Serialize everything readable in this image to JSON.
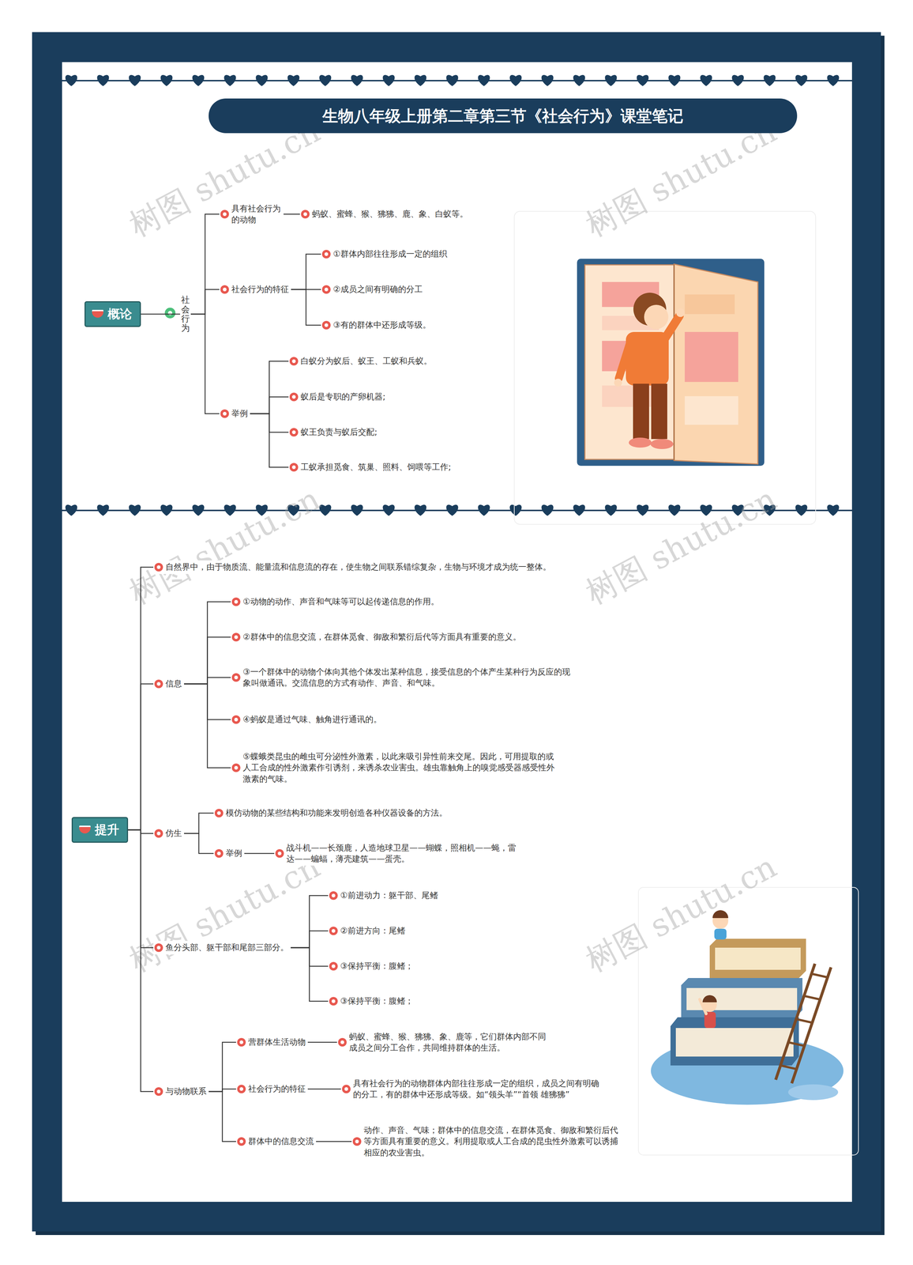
{
  "diagram": {
    "title": "生物八年级上册第二章第三节《社会行为》课堂笔记",
    "nodes": [
      {
        "text": [
          "概论"
        ]
      },
      {
        "text": [
          "社会行为"
        ]
      },
      {
        "text": [
          "具有社会行为的动物"
        ]
      },
      {
        "text": [
          "蚂蚁、蜜蜂、猴、狒狒、鹿、象、白蚁等。"
        ]
      },
      {
        "text": [
          "社会行为的特征"
        ]
      },
      {
        "text": [
          "①群体内部往往形成一定的组织"
        ]
      },
      {
        "text": [
          "②成员之间有明确的分工"
        ]
      },
      {
        "text": [
          "③有的群体中还形成等级。"
        ]
      },
      {
        "text": [
          "举例"
        ]
      },
      {
        "text": [
          "白蚁分为蚁后、蚁王、工蚁和兵蚁。"
        ]
      },
      {
        "text": [
          "蚁后是专职的产卵机器;"
        ]
      },
      {
        "text": [
          "蚁王负责与蚁后交配;"
        ]
      },
      {
        "text": [
          "工蚁承担觅食、筑巢、照料、饲喂等工作;"
        ]
      },
      {
        "text": [
          "提升"
        ]
      },
      {
        "text": [
          "自然界中，由于物质流、能量流和信息流的存在，使生物之间联系错综复杂，生物与环境才成为统一整体。"
        ]
      },
      {
        "text": [
          "信息"
        ]
      },
      {
        "text": [
          "①动物的动作、声音和气味等可以起传递信息的作用。"
        ]
      },
      {
        "text": [
          "②群体中的信息交流，在群体觅食、御敌和繁衍后代等方面具有重要的意义。"
        ]
      },
      {
        "text": [
          "③一个群体中的动物个体向其他个体发出某种信息，接受信息的个体产生某种行为反应的现象叫做通讯。交流信息的方式有动作、声音、和气味。"
        ]
      },
      {
        "text": [
          "④蚂蚁是通过气味、触角进行通讯的。"
        ]
      },
      {
        "text": [
          "⑤蝶蛾类昆虫的雌虫可分泌性外激素，以此来吸引异性前来交尾。因此，可用提取的或人工合成的性外激素作引诱剂，来诱杀农业害虫。雄虫靠触角上的嗅觉感受器感受性外激素的气味。"
        ]
      },
      {
        "text": [
          "仿生"
        ]
      },
      {
        "text": [
          "模仿动物的某些结构和功能来发明创造各种仪器设备的方法。"
        ]
      },
      {
        "text": [
          "举例"
        ]
      },
      {
        "text": [
          "战斗机——长颈鹿，人造地球卫星——蝴蝶，照相机——蝇，雷达——蝙蝠，薄壳建筑——蛋壳。"
        ]
      },
      {
        "text": [
          "鱼分头部、躯干部和尾部三部分。"
        ]
      },
      {
        "text": [
          "①前进动力：躯干部、尾鳍"
        ]
      },
      {
        "text": [
          "②前进方向：尾鳍"
        ]
      },
      {
        "text": [
          "③保持平衡：腹鳍；"
        ]
      },
      {
        "text": [
          "③保持平衡：腹鳍；"
        ]
      },
      {
        "text": [
          "与动物联系"
        ]
      },
      {
        "text": [
          "营群体生活动物"
        ]
      },
      {
        "text": [
          "蚂蚁、蜜蜂、猴、狒狒、象、鹿等，它们群体内部不同成员之间分工合作，共同维持群体的生活。"
        ]
      },
      {
        "text": [
          "社会行为的特征"
        ]
      },
      {
        "text": [
          "具有社会行为的动物群体内部往往形成一定的组织，成员之间有明确的分工，有的群体中还形成等级。如“领头羊”“首领 雄狒狒”"
        ]
      },
      {
        "text": [
          "群体中的信息交流"
        ]
      },
      {
        "text": [
          "动作、声音、气味；群体中的信息交流，在群体觅食、御敌和繁衍后代等方面具有重要的意义。利用提取或人工合成的昆虫性外激素可以诱捕相应的农业害虫。"
        ]
      }
    ],
    "edges": [
      {
        "from": 0,
        "to": 1,
        "arrow": "none"
      },
      {
        "from": 1,
        "to": 2,
        "arrow": "none"
      },
      {
        "from": 2,
        "to": 3,
        "arrow": "none"
      },
      {
        "from": 1,
        "to": 4,
        "arrow": "none"
      },
      {
        "from": 4,
        "to": 5,
        "arrow": "none"
      },
      {
        "from": 4,
        "to": 6,
        "arrow": "none"
      },
      {
        "from": 4,
        "to": 7,
        "arrow": "none"
      },
      {
        "from": 1,
        "to": 8,
        "arrow": "none"
      },
      {
        "from": 8,
        "to": 9,
        "arrow": "none"
      },
      {
        "from": 8,
        "to": 10,
        "arrow": "none"
      },
      {
        "from": 8,
        "to": 11,
        "arrow": "none"
      },
      {
        "from": 8,
        "to": 12,
        "arrow": "none"
      },
      {
        "from": 13,
        "to": 14,
        "arrow": "none"
      },
      {
        "from": 13,
        "to": 15,
        "arrow": "none"
      },
      {
        "from": 15,
        "to": 16,
        "arrow": "none"
      },
      {
        "from": 15,
        "to": 17,
        "arrow": "none"
      },
      {
        "from": 15,
        "to": 18,
        "arrow": "none"
      },
      {
        "from": 15,
        "to": 19,
        "arrow": "none"
      },
      {
        "from": 15,
        "to": 20,
        "arrow": "none"
      },
      {
        "from": 13,
        "to": 21,
        "arrow": "none"
      },
      {
        "from": 21,
        "to": 22,
        "arrow": "none"
      },
      {
        "from": 21,
        "to": 23,
        "arrow": "none"
      },
      {
        "from": 23,
        "to": 24,
        "arrow": "none"
      },
      {
        "from": 13,
        "to": 25,
        "arrow": "none"
      },
      {
        "from": 25,
        "to": 26,
        "arrow": "none"
      },
      {
        "from": 25,
        "to": 27,
        "arrow": "none"
      },
      {
        "from": 25,
        "to": 28,
        "arrow": "none"
      },
      {
        "from": 25,
        "to": 29,
        "arrow": "none"
      },
      {
        "from": 13,
        "to": 30,
        "arrow": "none"
      },
      {
        "from": 30,
        "to": 31,
        "arrow": "none"
      },
      {
        "from": 31,
        "to": 32,
        "arrow": "none"
      },
      {
        "from": 30,
        "to": 33,
        "arrow": "none"
      },
      {
        "from": 33,
        "to": 34,
        "arrow": "none"
      },
      {
        "from": 30,
        "to": 35,
        "arrow": "none"
      },
      {
        "from": 35,
        "to": 36,
        "arrow": "none"
      }
    ],
    "labels": [
      "树图 shutu.cn",
      "树图 shutu.cn",
      "树图 shutu.cn",
      "树图 shutu.cn",
      "树图 shutu.cn",
      "树图 shutu.cn"
    ]
  }
}
